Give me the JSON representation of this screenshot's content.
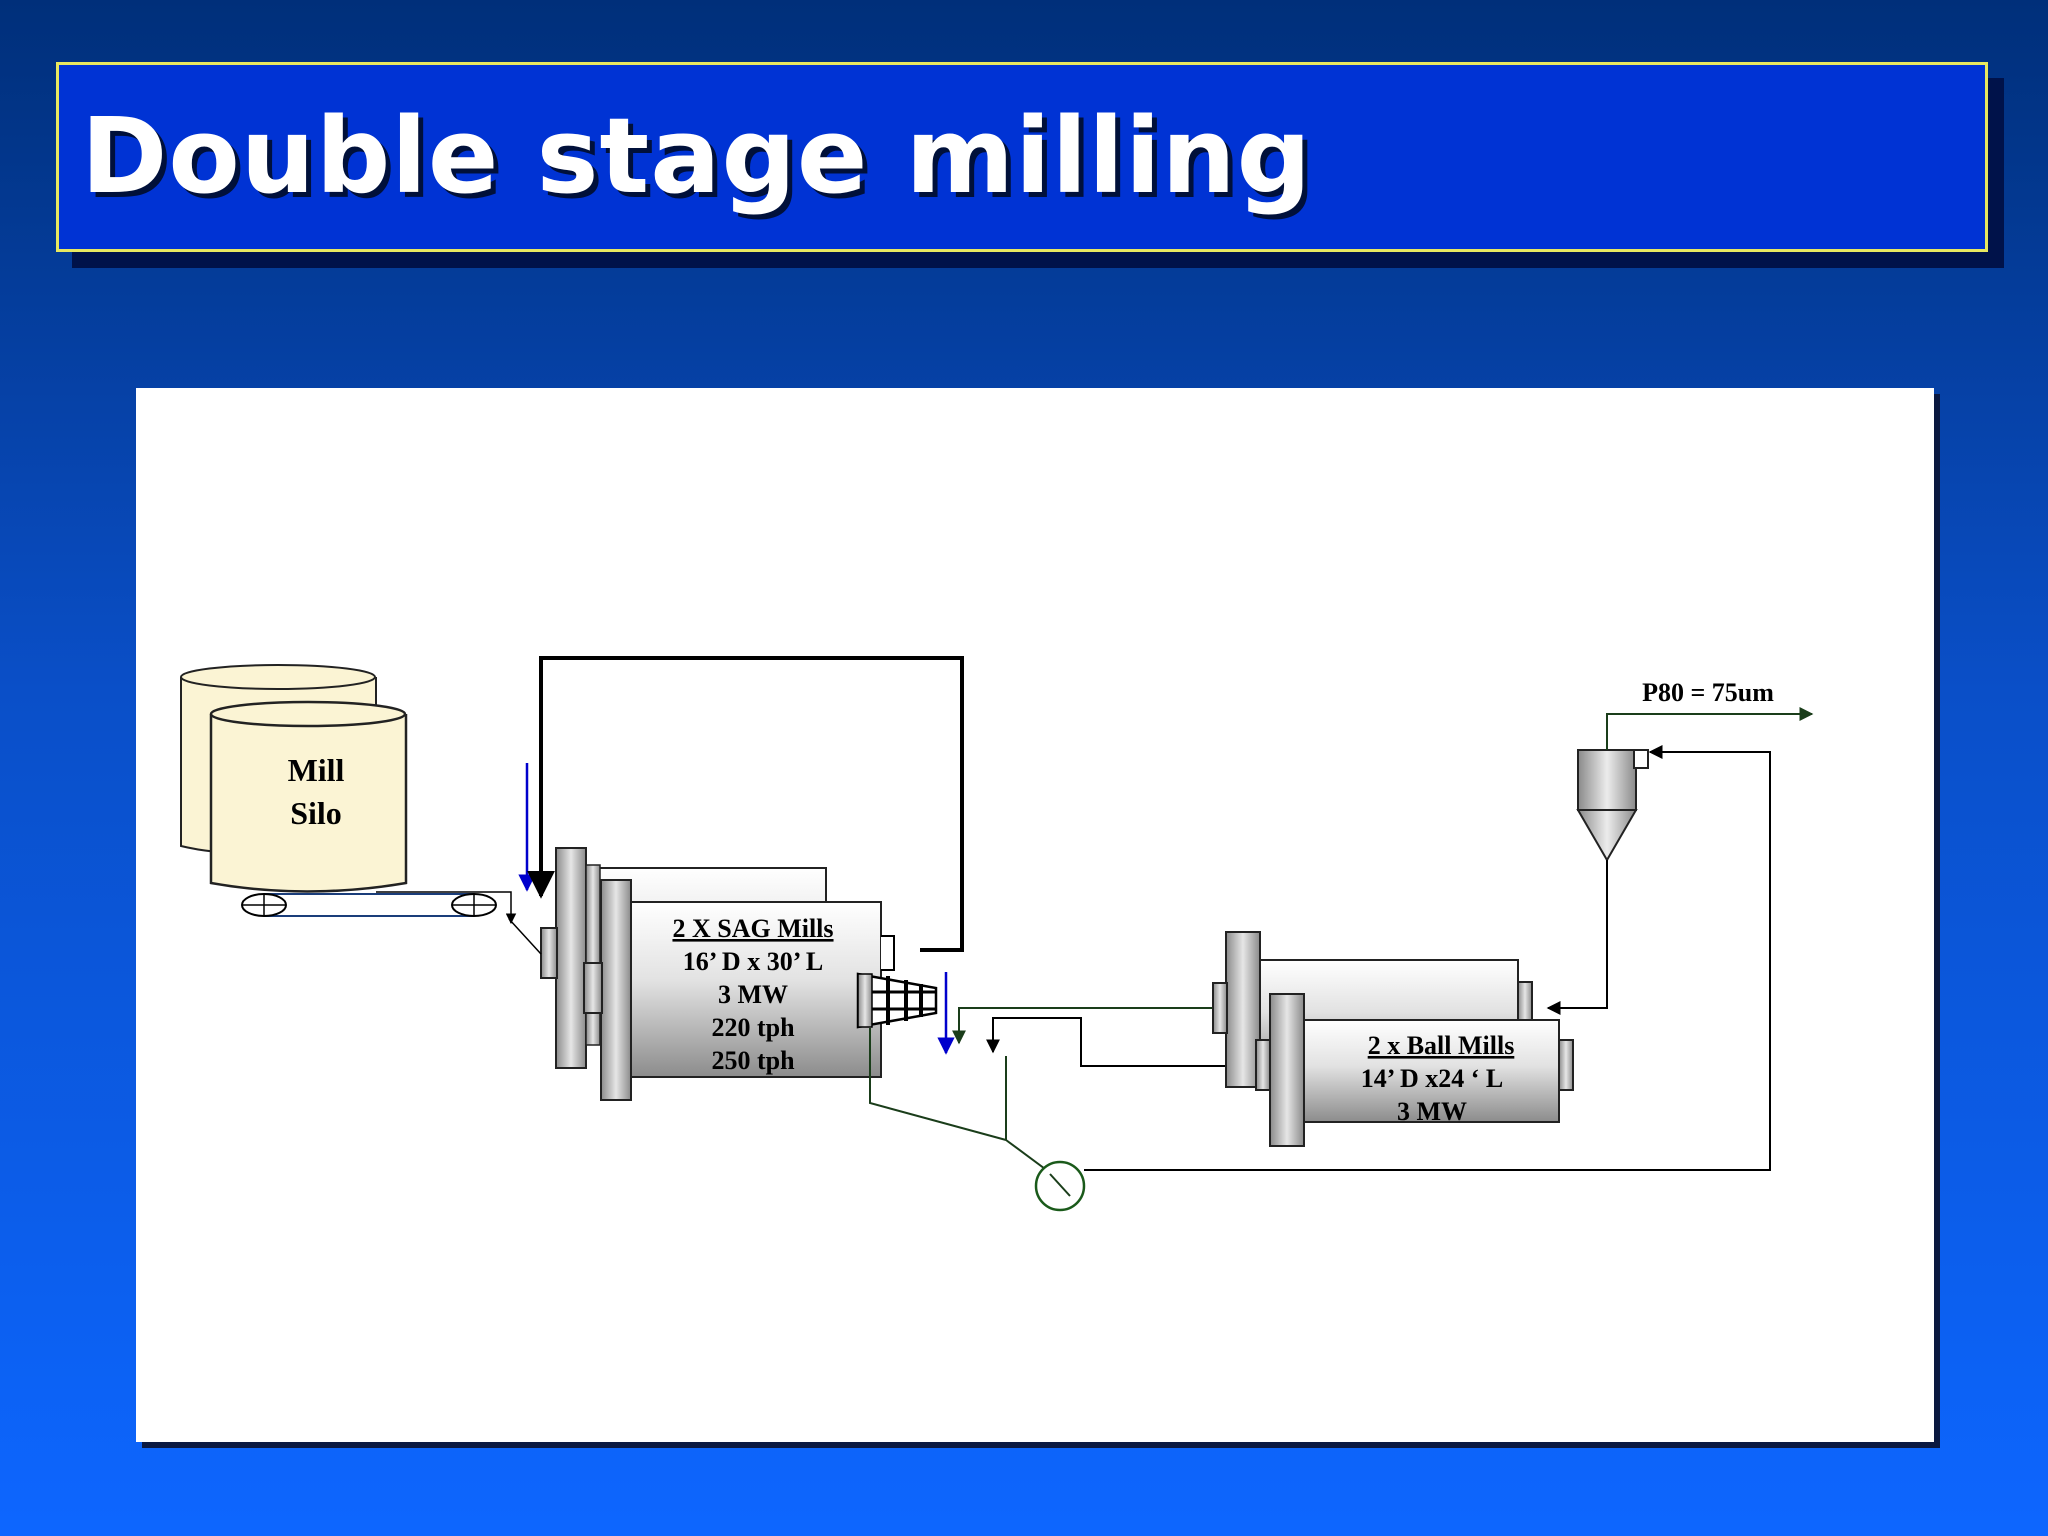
{
  "slide": {
    "title": "Double stage milling"
  },
  "diagram": {
    "silo_label_line1": "Mill",
    "silo_label_line2": "Silo",
    "sag_heading": "2 X SAG Mills",
    "sag_line1": "16’ D x 30’ L",
    "sag_line2": "3 MW",
    "sag_line3": "220 tph",
    "sag_line4": "250 tph",
    "ball_heading": "2 x Ball Mills",
    "ball_line1": "14’ D x24 ‘ L",
    "ball_line2": "3 MW",
    "product_label": "P80 = 75um"
  },
  "colors": {
    "feed_arrow": "#0000cc",
    "slurry_line": "#1a3d1a",
    "silo_fill": "#fbf4d4"
  }
}
